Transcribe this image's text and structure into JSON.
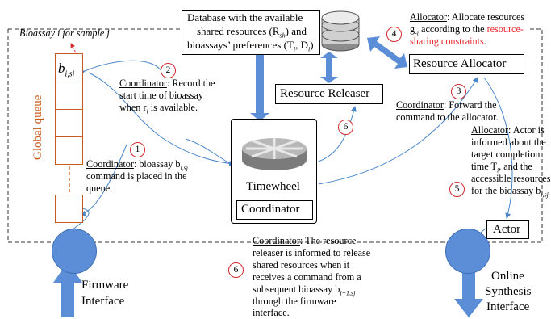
{
  "bioassay_label": "Bioassay i for sample j",
  "queue_label": "Global queue",
  "queue_top_cell": "b",
  "queue_top_cell_sub": "i,sj",
  "database_label_line1": "Database with the available",
  "database_label_line2": "shared resources (R",
  "database_label_line2_sub": "sh",
  "database_label_line2_end": ") and",
  "database_label_line3": "bioassays’ preferences (T",
  "database_label_line3_sub": "i",
  "database_label_line3_mid": ", D",
  "database_label_line3_sub2": "i",
  "database_label_line3_end": ")",
  "resource_releaser": "Resource Releaser",
  "resource_allocator": "Resource Allocator",
  "timewheel": "Timewheel",
  "coordinator_box": "Coordinator",
  "actor": "Actor",
  "firmware_interface_line1": "Firmware",
  "firmware_interface_line2": "Interface",
  "online_synthesis_line1": "Online",
  "online_synthesis_line2": "Synthesis",
  "online_synthesis_line3": "Interface",
  "steps": {
    "s1": "1",
    "s2": "2",
    "s3": "3",
    "s4": "4",
    "s5": "5",
    "s6a": "6",
    "s6b": "6"
  },
  "notes": {
    "coord1_title": "Coordinator",
    "coord1_line1": ": bioassay b",
    "coord1_sub": "i,sj",
    "coord1_line2": "command is placed in the",
    "coord1_line3": "queue.",
    "coord2_title": "Coordinator",
    "coord2_line1": ": Record the",
    "coord2_line2": "start time of bioassay",
    "coord2_line3": "when r",
    "coord2_sub": "i",
    "coord2_line3_end": " is available.",
    "coord3_title": "Coordinator",
    "coord3_line1": ": Forward the",
    "coord3_line2": "command to the allocator.",
    "alloc4_title": "Allocator",
    "alloc4_line1": ": Allocate resources",
    "alloc4_line2_a": "g",
    "alloc4_sub": "-i",
    "alloc4_line2_b": " according to the ",
    "alloc4_red1": "resource-",
    "alloc4_red2": "sharing constraints",
    "alloc4_line3_end": ".",
    "alloc5_title": "Allocator",
    "alloc5_line1": ": Actor is",
    "alloc5_line2": "informed about the",
    "alloc5_line3": "target completion",
    "alloc5_line4": "time T",
    "alloc5_sub": "i",
    "alloc5_line4_end": ", and the",
    "alloc5_line5": "accessible resources",
    "alloc5_line6": "for the bioassay b",
    "alloc5_sub2": "i,sj",
    "coord6_title": "Coordinator",
    "coord6_line1": ": The resource",
    "coord6_line2": "releaser is informed to release",
    "coord6_line3": "shared resources when it",
    "coord6_line4": "receives a command from a",
    "coord6_line5": "subsequent bioassay b",
    "coord6_sub": "i+1,sj",
    "coord6_line6": "through the firmware",
    "coord6_line7": "interface."
  },
  "colors": {
    "arrow_blue": "#5b8ed6",
    "line_blue": "#4a86c8",
    "step_circle": "#d3282c",
    "queue_orange": "#c85a1e",
    "red_text": "#e8262a"
  }
}
